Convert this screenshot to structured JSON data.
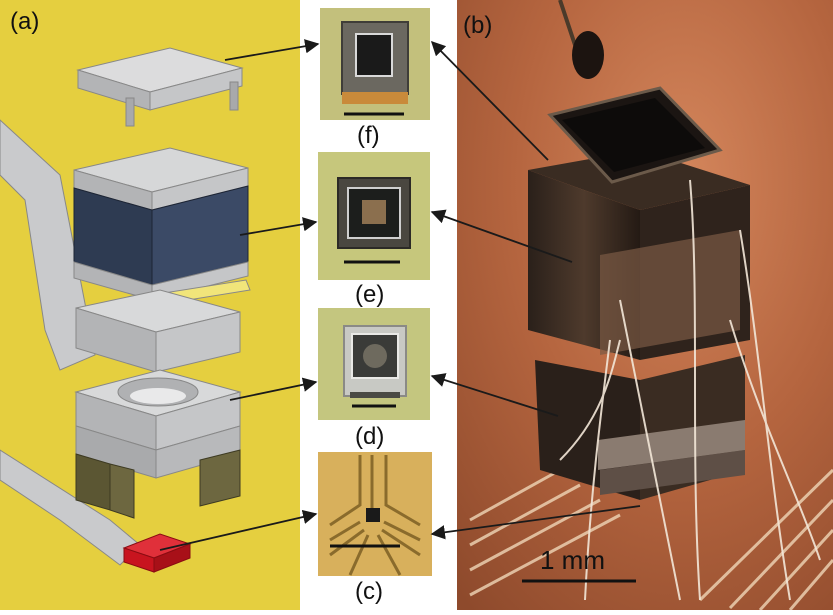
{
  "labels": {
    "panel_a": "(a)",
    "panel_b": "(b)",
    "panel_c": "(c)",
    "panel_d": "(d)",
    "panel_e": "(e)",
    "panel_f": "(f)"
  },
  "scale_bar": {
    "text": "1 mm"
  },
  "colors": {
    "cad_background": "#e5cf3f",
    "layer_gray": "#c9cacc",
    "magnet_navy": "#2e3b52",
    "base_dark": "#5b5633",
    "chip_red": "#c8141f",
    "photo_copper": "#b5653f",
    "thumbnail_bg": "#c3c07c",
    "arrow": "#1a1a1a"
  }
}
